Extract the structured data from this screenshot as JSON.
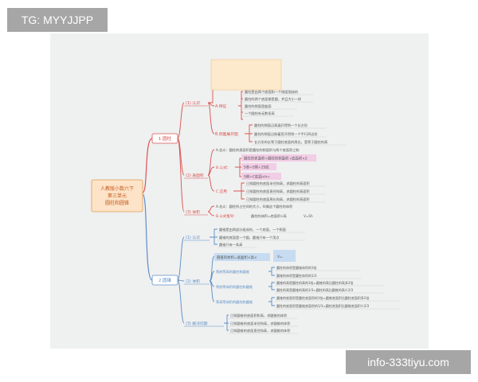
{
  "header_tag": "TG: MYYJJPP",
  "watermark": "info-333tiyu.com",
  "map": {
    "center": [
      "人教版小数六下",
      "第三单元",
      "圆柱和圆锥"
    ],
    "cylinder": {
      "label": "1.圆柱",
      "recognize": {
        "label": "(1) 认识",
        "features": {
          "label": "A.特征",
          "items": [
            "圆柱是由两个底面和一个侧面围成的",
            "圆柱的两个底面都是圆，并且大小一样",
            "圆柱的侧面是曲面",
            "一个圆柱有无数条高"
          ]
        },
        "unfold": {
          "label": "B.侧面展开图",
          "items": [
            "圆柱的侧面沿高展开得到一个长方形",
            "圆柱的侧面沿斜着剪开得到一个平行四边形",
            "长方形的长等于圆柱底面的周长，宽等于圆柱的高"
          ]
        }
      },
      "surface": {
        "label": "(2) 表面积",
        "meaning": "A.含义：圆柱的表面积是圆柱的侧面积与两个底面积之和",
        "formula": {
          "label": "B.公式：",
          "items": [
            "圆柱的表面积=圆柱的侧面积+底面积×2",
            "S表=S侧+2S底",
            "S侧=C底面×h="
          ]
        },
        "application": {
          "label": "C.应用",
          "items": [
            "已知圆柱的底面半径和高，求圆柱的表面积",
            "已知圆柱的底面直径和高，求圆柱的表面积",
            "已知圆柱的底面周长和高，求圆柱的表面积"
          ]
        }
      },
      "volume": {
        "label": "(3) 体积",
        "meaning": "A.含义：圆柱所占空间的大小，叫做这个圆柱的体积",
        "formula_label": "B.公式推导：",
        "formula": "圆柱的体积=底面积×高",
        "formula_short": "V=Sh"
      }
    },
    "cone": {
      "label": "2.圆锥",
      "recognize": {
        "label": "(1) 认识",
        "items": [
          "圆锥是由两部分组成的，一个底面，一个侧面",
          "圆锥的底面是一个圆，圆锥只有一个顶点",
          "圆锥只有一条高"
        ]
      },
      "volume": {
        "label": "(2) 体积",
        "formula": "圆锥的体积=底面积×高×",
        "formula_short": "V=",
        "groups": [
          {
            "label": "等底等高的圆柱和圆锥",
            "items": [
              "圆柱的体积是圆锥体积的3倍",
              "圆锥的体积是圆柱体积的1/3"
            ]
          },
          {
            "label": "等底等体积的圆柱和圆锥",
            "items": [
              "圆锥的高是圆柱的高的3倍=圆锥的高比圆柱的高多2倍",
              "圆柱的高是圆锥的高的1/3=圆柱的高比圆锥的高少2/3"
            ]
          },
          {
            "label": "等高等体积的圆柱和圆锥",
            "items": [
              "圆锥的底面积是圆柱底面积的3倍=圆锥底面积比圆柱底面积多2倍",
              "圆柱的底面积是圆锥底面积的1/3=圆柱底面积比圆锥底面积少2/3"
            ]
          }
        ]
      },
      "solve": {
        "label": "(3) 解决问题",
        "items": [
          "已知圆锥的底面积和高，求圆锥的体积",
          "已知圆锥的底面半径和高，求圆锥的体积",
          "已知圆锥的底面直径和高，求圆锥的体积"
        ]
      }
    }
  },
  "colors": {
    "canvas": "#eff0f0",
    "branch_red": "#d9534f",
    "branch_blue": "#5b8fc7",
    "center_fill": "#fde3c8",
    "center_border": "#e09a50",
    "note_fill": "#fde9cc",
    "highlight_pink": "#f2cde6",
    "highlight_blue": "#c7dcf1",
    "text": "#555555"
  }
}
